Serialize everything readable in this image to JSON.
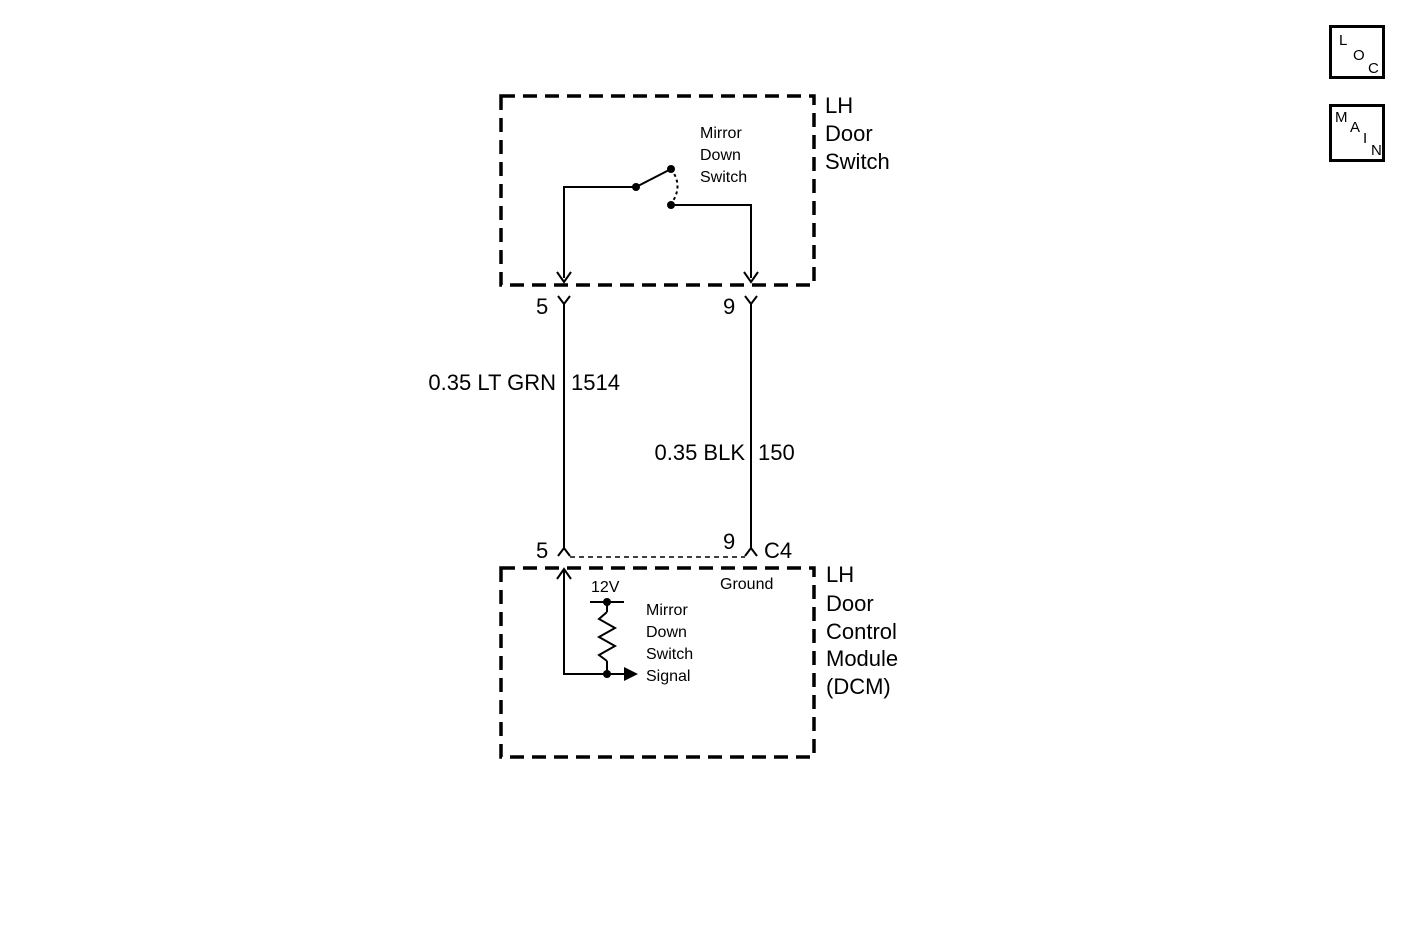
{
  "nav": {
    "loc_letters": [
      "L",
      "O",
      "C"
    ],
    "main_letters": [
      "M",
      "A",
      "I",
      "N"
    ]
  },
  "door_switch": {
    "title_lines": [
      "LH",
      "Door",
      "Switch"
    ],
    "switch_label_lines": [
      "Mirror",
      "Down",
      "Switch"
    ],
    "pin_left": "5",
    "pin_right": "9"
  },
  "wires": {
    "left_label": "0.35 LT GRN",
    "left_circuit": "1514",
    "right_label": "0.35 BLK",
    "right_circuit": "150"
  },
  "dcm": {
    "pin_left": "5",
    "pin_right": "9",
    "connector": "C4",
    "ground_label": "Ground",
    "voltage_label": "12V",
    "signal_label_lines": [
      "Mirror",
      "Down",
      "Switch",
      "Signal"
    ],
    "title_lines": [
      "LH",
      "Door",
      "Control",
      "Module",
      "(DCM)"
    ]
  }
}
